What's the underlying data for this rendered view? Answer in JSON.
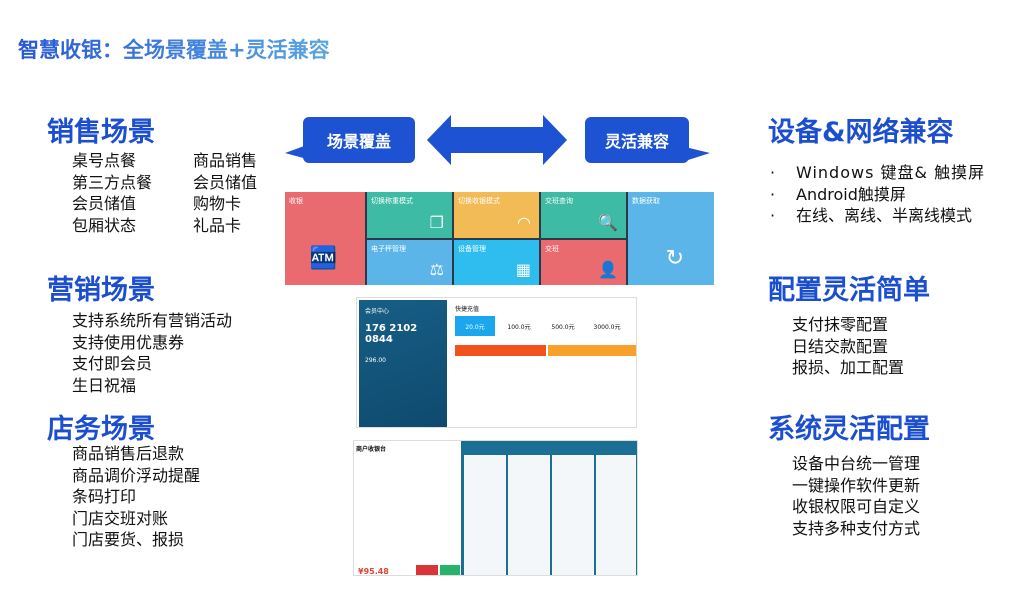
{
  "title": "智慧收银：全场景覆盖+灵活兼容",
  "left": {
    "sales": {
      "heading": "销售场景",
      "col1": [
        "桌号点餐",
        "第三方点餐",
        "会员储值",
        "包厢状态"
      ],
      "col2": [
        "商品销售",
        "会员储值",
        "购物卡",
        "礼品卡"
      ]
    },
    "marketing": {
      "heading": "营销场景",
      "items": [
        "支持系统所有营销活动",
        "支持使用优惠券",
        "支付即会员",
        "生日祝福"
      ]
    },
    "store": {
      "heading": "店务场景",
      "items": [
        "商品销售后退款",
        "商品调价浮动提醒",
        "条码打印",
        "门店交班对账",
        "门店要货、报损"
      ]
    }
  },
  "right": {
    "devices": {
      "heading": "设备&网络兼容",
      "items": [
        "Windows 键盘& 触摸屏",
        "Android触摸屏",
        "在线、离线、半离线模式"
      ]
    },
    "config": {
      "heading": "配置灵活简单",
      "items": [
        "支付抹零配置",
        "日结交款配置",
        "报损、加工配置"
      ]
    },
    "system": {
      "heading": "系统灵活配置",
      "items": [
        "设备中台统一管理",
        "一键操作软件更新",
        "收银权限可自定义",
        "支持多种支付方式"
      ]
    }
  },
  "center": {
    "bubble_left": "场景覆盖",
    "bubble_right": "灵活兼容",
    "tiles": [
      "收银",
      "切换称重模式",
      "切换收银模式",
      "交班查询",
      "数据获取",
      "电子秤管理",
      "设备管理",
      "交班"
    ],
    "member": {
      "title": "会员中心",
      "phone": "176 2102 0844",
      "recharge_title": "快捷充值",
      "amounts": [
        "20.0元",
        "100.0元",
        "500.0元",
        "3000.0元"
      ],
      "balance": "296.00"
    },
    "pos": {
      "title": "商户收银台",
      "total": "¥95.48"
    }
  },
  "colors": {
    "accent": "#1b4fcf",
    "red": "#e96a6f",
    "teal": "#3dbba5",
    "yellow": "#f2bb55",
    "blue": "#5bb5e8",
    "cyan": "#2fbcef"
  }
}
